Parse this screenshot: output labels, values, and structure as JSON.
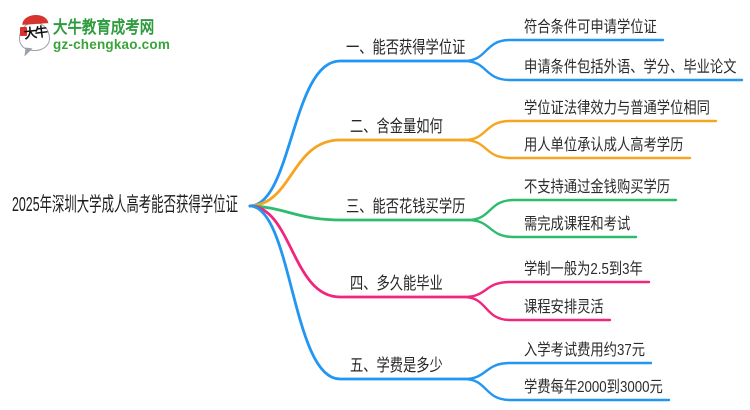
{
  "logo": {
    "icon_text": "大牛",
    "title": "大牛教育成考网",
    "domain": "gz-chengkao.com",
    "brand_green": "#2E9B3E",
    "seal_red": "#D6342C"
  },
  "root": {
    "label": "2025年深圳大学成人高考能否获得学位证"
  },
  "branches": [
    {
      "label": "一、能否获得学位证",
      "color": "#2196F3",
      "children": [
        {
          "label": "符合条件可申请学位证"
        },
        {
          "label": "申请条件包括外语、学分、毕业论文"
        }
      ]
    },
    {
      "label": "二、含金量如何",
      "color": "#F7A521",
      "children": [
        {
          "label": "学位证法律效力与普通学位相同"
        },
        {
          "label": "用人单位承认成人高考学历"
        }
      ]
    },
    {
      "label": "三、能否花钱买学历",
      "color": "#2CBC6C",
      "children": [
        {
          "label": "不支持通过金钱购买学历"
        },
        {
          "label": "需完成课程和考试"
        }
      ]
    },
    {
      "label": "四、多久能毕业",
      "color": "#F0257E",
      "children": [
        {
          "label": "学制一般为2.5到3年"
        },
        {
          "label": "课程安排灵活"
        }
      ]
    },
    {
      "label": "五、学费是多少",
      "color": "#2196F3",
      "children": [
        {
          "label": "入学考试费用约37元"
        },
        {
          "label": "学费每年2000到3000元"
        }
      ]
    }
  ]
}
